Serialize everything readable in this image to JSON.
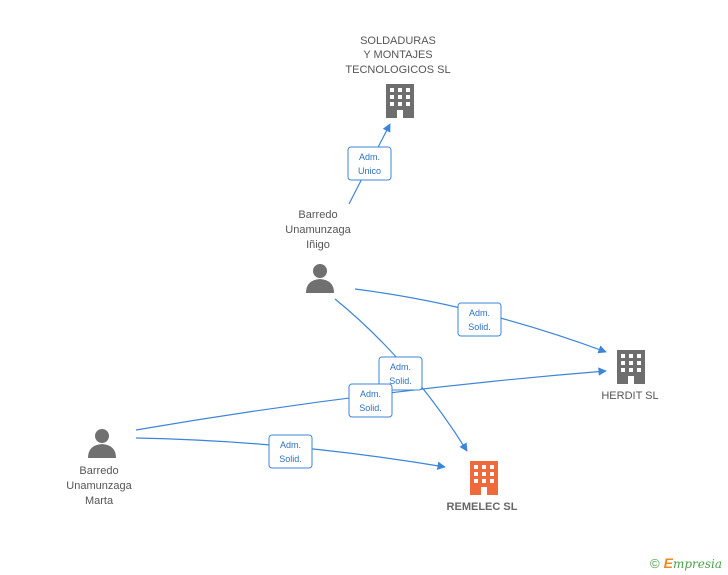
{
  "nodes": {
    "soldaduras": {
      "lines": [
        "SOLDADURAS",
        "Y MONTAJES",
        "TECNOLOGICOS SL"
      ],
      "kind": "company"
    },
    "inigo": {
      "lines": [
        "Barredo",
        "Unamunzaga",
        "Iñigo"
      ],
      "kind": "person"
    },
    "herdit": {
      "lines": [
        "HERDIT SL"
      ],
      "kind": "company"
    },
    "marta": {
      "lines": [
        "Barredo",
        "Unamunzaga",
        "Marta"
      ],
      "kind": "person"
    },
    "remelec": {
      "lines": [
        "REMELEC SL"
      ],
      "kind": "company-main"
    }
  },
  "edges": [
    {
      "from": "inigo",
      "to": "soldaduras",
      "label": [
        "Adm.",
        "Unico"
      ]
    },
    {
      "from": "inigo",
      "to": "herdit",
      "label": [
        "Adm.",
        "Solid."
      ]
    },
    {
      "from": "inigo",
      "to": "remelec",
      "label": [
        "Adm.",
        "Solid."
      ]
    },
    {
      "from": "marta",
      "to": "herdit",
      "label": [
        "Adm.",
        "Solid."
      ]
    },
    {
      "from": "marta",
      "to": "remelec",
      "label": [
        "Adm.",
        "Solid."
      ]
    }
  ],
  "colors": {
    "edge": "#3d85d8",
    "company_icon": "#6e6e6e",
    "main_company_icon": "#f0693a",
    "person_icon": "#707070"
  },
  "footer": {
    "copyright": "©",
    "brand_first": "E",
    "brand_rest": "mpresia"
  }
}
